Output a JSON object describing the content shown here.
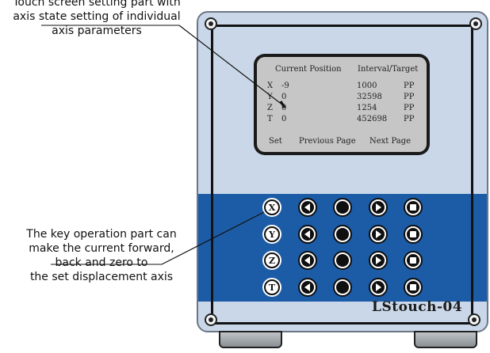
{
  "callouts": {
    "top": {
      "lines": [
        "Touch screen setting part with",
        "axis state setting of individual",
        "axis parameters"
      ]
    },
    "middle": {
      "lines": [
        "The key operation part can",
        "make the current forward,",
        "back and zero to",
        "the set displacement axis"
      ]
    }
  },
  "screen": {
    "header_position": "Current Position",
    "header_target": "Interval/Target",
    "rows": [
      {
        "axis": "X",
        "position": "-9",
        "target": "1000",
        "unit": "PP"
      },
      {
        "axis": "Y",
        "position": "0",
        "target": "32598",
        "unit": "PP"
      },
      {
        "axis": "Z",
        "position": "0",
        "target": "1254",
        "unit": "PP"
      },
      {
        "axis": "T",
        "position": "0",
        "target": "452698",
        "unit": "PP"
      }
    ],
    "footer": {
      "set": "Set",
      "previous": "Previous Page",
      "next": "Next Page"
    }
  },
  "keypad": {
    "axis_keys": [
      "X",
      "Y",
      "Z",
      "T"
    ],
    "key_types": [
      "back-icon",
      "zero-icon",
      "forward-icon",
      "stop-icon"
    ]
  },
  "device": {
    "model": "LStouch-04"
  },
  "colors": {
    "panel": "#c9d7e8",
    "keypad": "#1c5ca6",
    "lcd": "#c6c6c6"
  }
}
